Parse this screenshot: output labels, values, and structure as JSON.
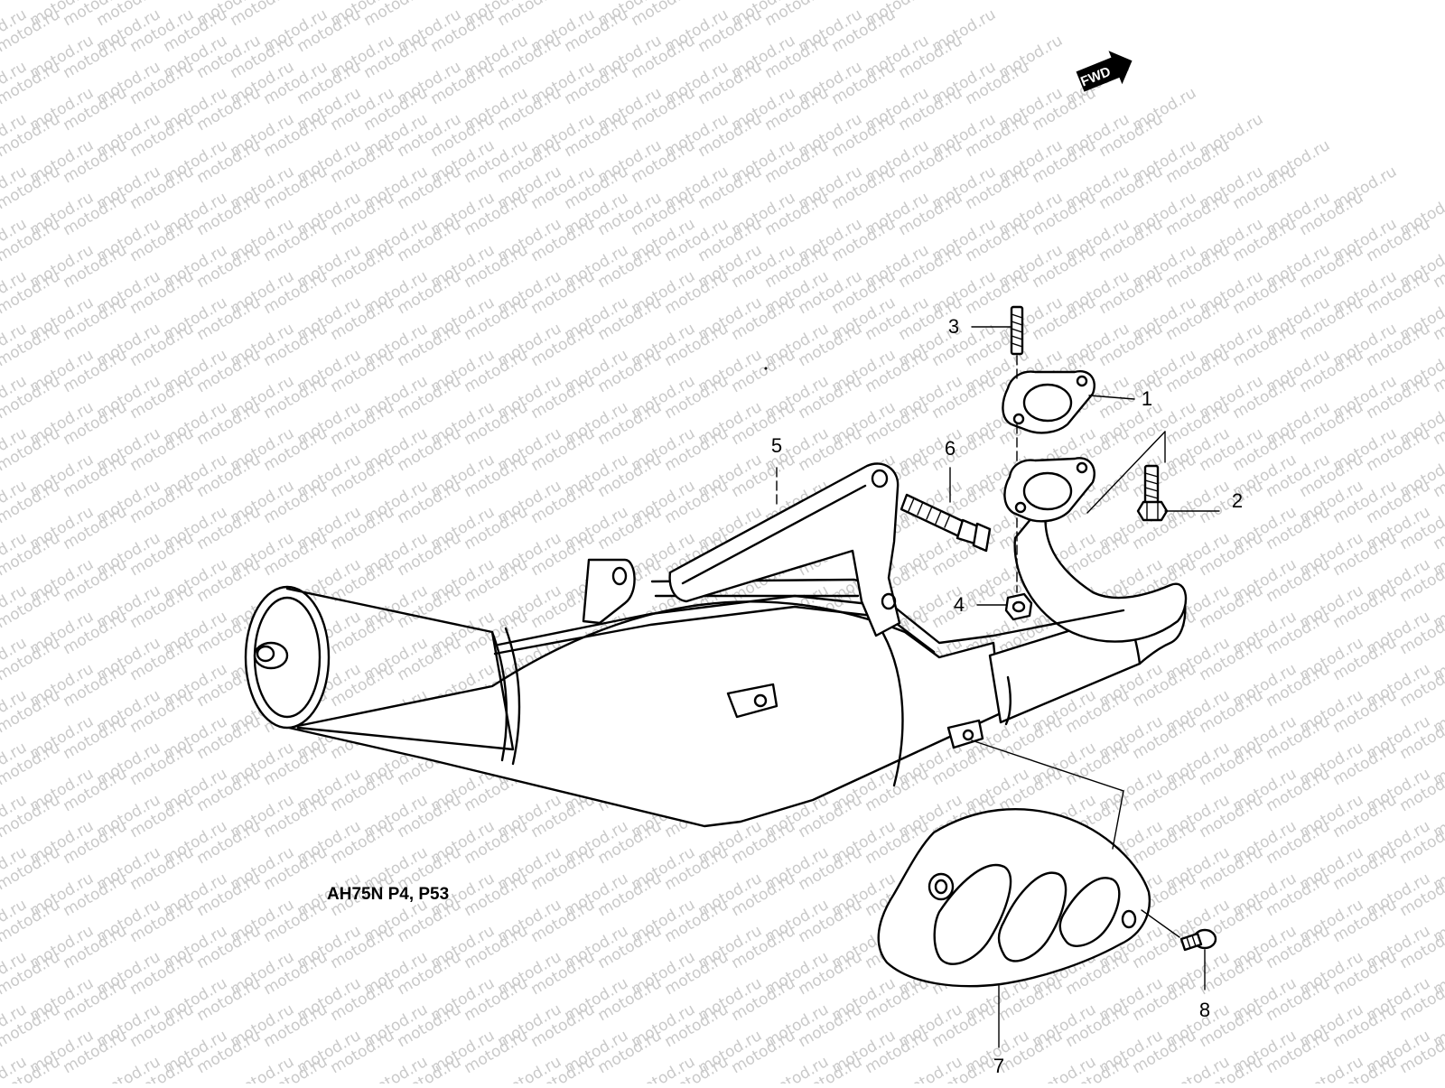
{
  "watermark": {
    "text": "motod.ru",
    "color": "#c9c9c9"
  },
  "badge": {
    "text": "FWD"
  },
  "model_label": "AH75N P4, P53",
  "callouts": {
    "c1": "1",
    "c2": "2",
    "c3": "3",
    "c4": "4",
    "c5": "5",
    "c6": "6",
    "c7": "7",
    "c8": "8"
  },
  "colors": {
    "line": "#000000",
    "background": "#ffffff"
  }
}
